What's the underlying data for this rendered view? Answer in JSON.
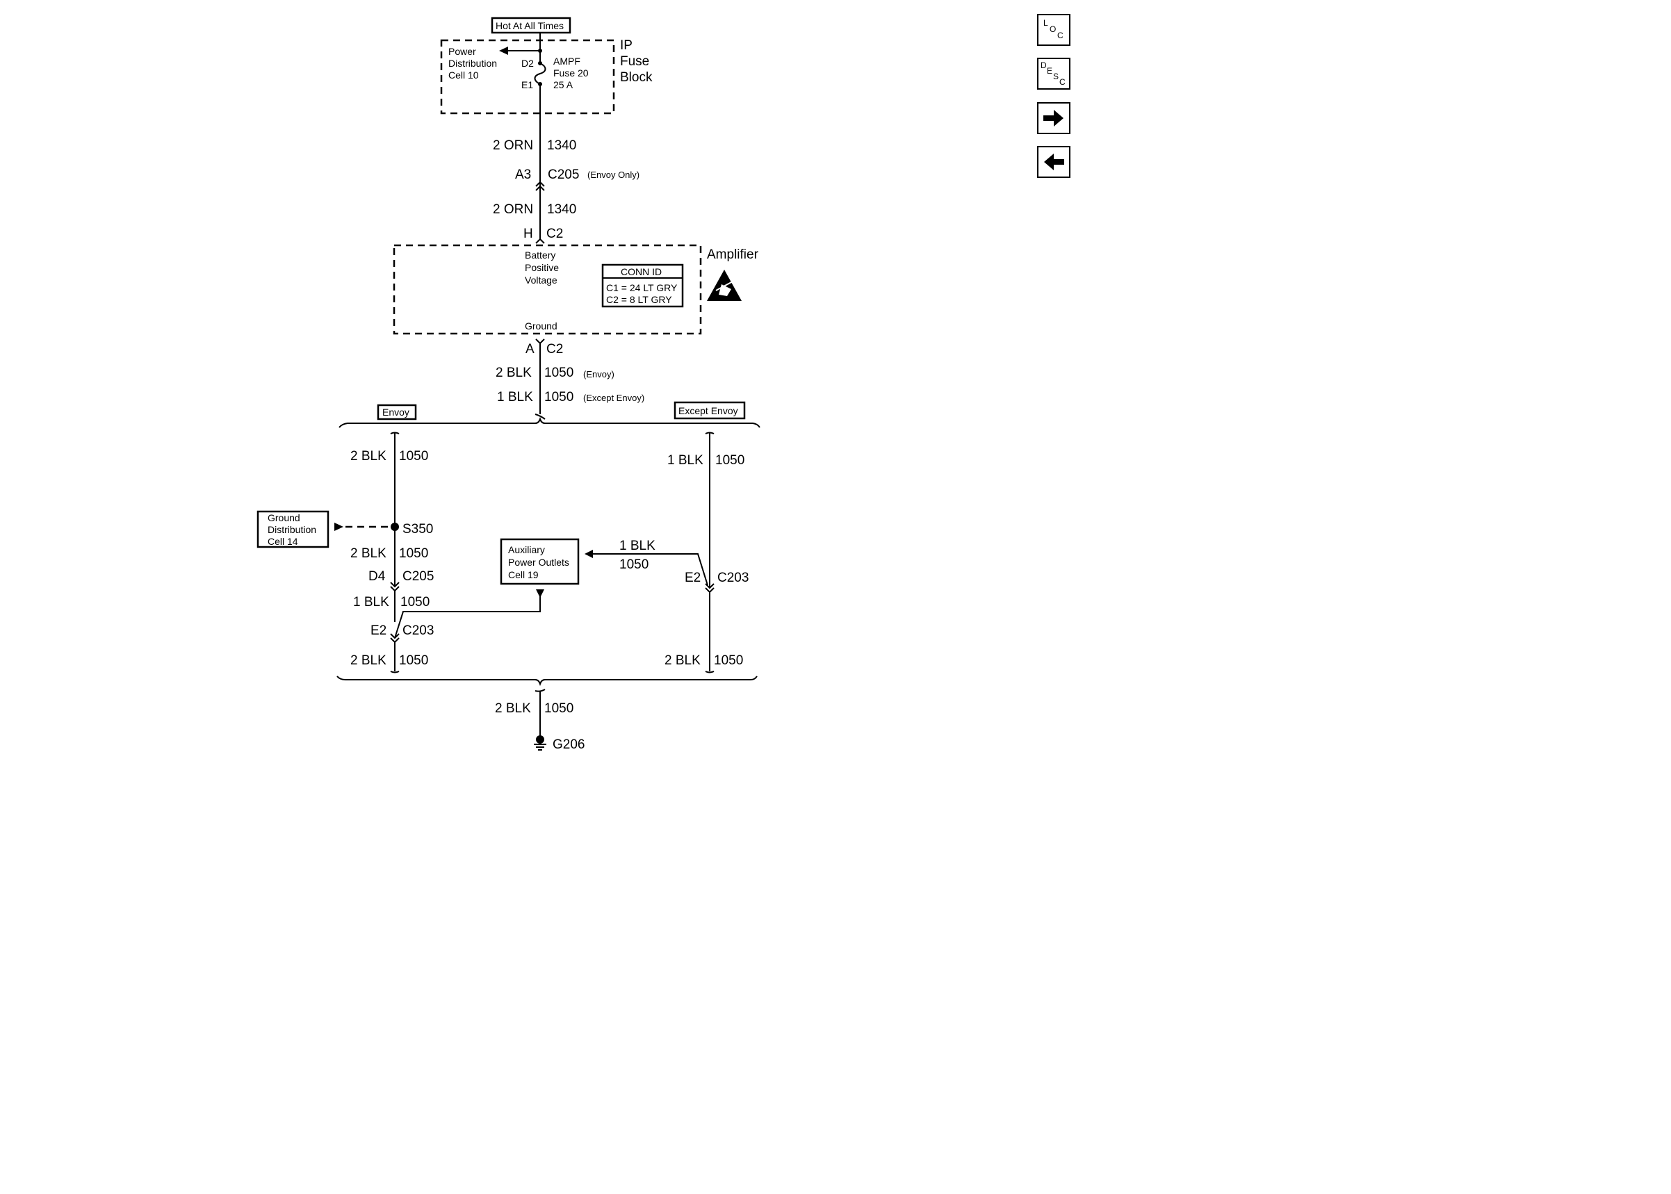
{
  "nav": {
    "loc": {
      "l1": "L",
      "l2": "O",
      "l3": "C"
    },
    "desc": {
      "l1": "D",
      "l2": "E",
      "l3": "S",
      "l4": "C"
    }
  },
  "fuse_block": {
    "hot_label": "Hot At All Times",
    "title": [
      "IP",
      "Fuse",
      "Block"
    ],
    "power_dist": [
      "Power",
      "Distribution",
      "Cell 10"
    ],
    "pin_d2": "D2",
    "pin_e1": "E1",
    "fuse": [
      "AMPF",
      "Fuse 20",
      "25 A"
    ]
  },
  "wire_top": {
    "color1": "2 ORN",
    "circuit1": "1340",
    "pin": "A3",
    "conn": "C205",
    "note": "(Envoy Only)",
    "color2": "2 ORN",
    "circuit2": "1340",
    "pin2": "H",
    "conn2": "C2"
  },
  "amplifier": {
    "title": "Amplifier",
    "bpv": [
      "Battery",
      "Positive",
      "Voltage"
    ],
    "ground": "Ground",
    "conn_id_title": "CONN ID",
    "conn_id": [
      "C1 = 24 LT GRY",
      "C2 = 8 LT GRY"
    ]
  },
  "wire_mid": {
    "pin": "A",
    "conn": "C2",
    "color1": "2 BLK",
    "circuit1": "1050",
    "note1": "(Envoy)",
    "color2": "1 BLK",
    "circuit2": "1050",
    "note2": "(Except Envoy)"
  },
  "branch": {
    "envoy": "Envoy",
    "except_envoy": "Except Envoy"
  },
  "left": {
    "w1_color": "2 BLK",
    "w1_circuit": "1050",
    "splice": "S350",
    "gdc": [
      "Ground",
      "Distribution",
      "Cell 14"
    ],
    "w2_color": "2 BLK",
    "w2_circuit": "1050",
    "c205_pin": "D4",
    "c205": "C205",
    "w3_color": "1 BLK",
    "w3_circuit": "1050",
    "c203_pin": "E2",
    "c203": "C203",
    "w4_color": "2 BLK",
    "w4_circuit": "1050"
  },
  "aux": {
    "box": [
      "Auxiliary",
      "Power Outlets",
      "Cell 19"
    ],
    "color": "1 BLK",
    "circuit": "1050"
  },
  "right": {
    "w1_color": "1 BLK",
    "w1_circuit": "1050",
    "c203_pin": "E2",
    "c203": "C203",
    "w2_color": "2 BLK",
    "w2_circuit": "1050"
  },
  "bottom": {
    "color": "2 BLK",
    "circuit": "1050",
    "ground": "G206"
  }
}
